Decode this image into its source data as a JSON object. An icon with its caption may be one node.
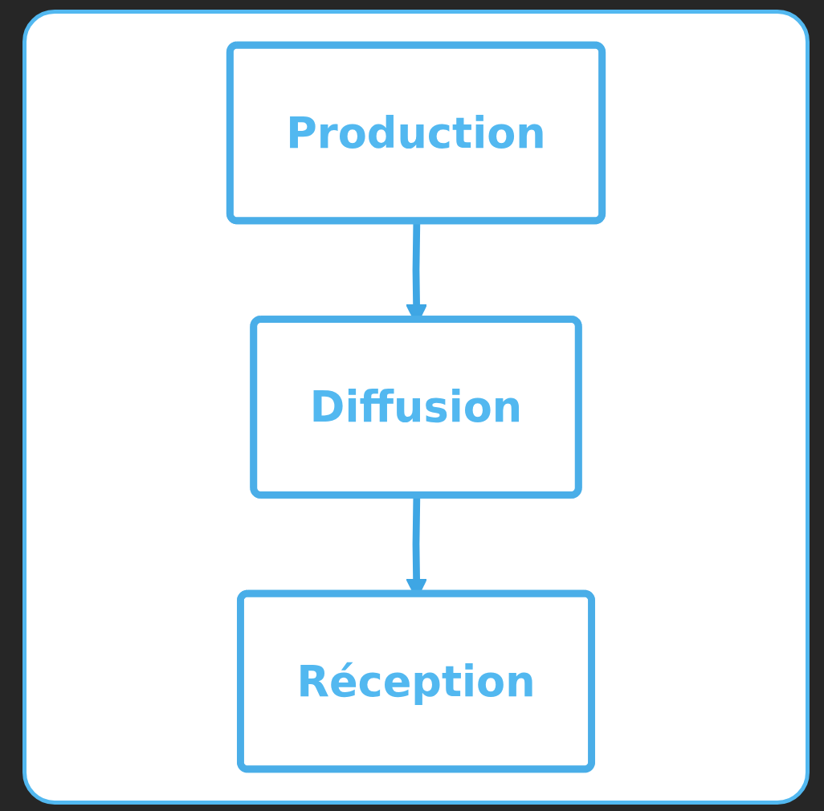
{
  "diagram": {
    "nodes": [
      {
        "text": [
          "Production"
        ]
      },
      {
        "text": [
          "Diffusion"
        ]
      },
      {
        "text": [
          "Réception"
        ]
      }
    ],
    "edges": [
      {
        "from": 0,
        "to": 1,
        "arrow": "to"
      },
      {
        "from": 1,
        "to": 2,
        "arrow": "to"
      }
    ]
  }
}
